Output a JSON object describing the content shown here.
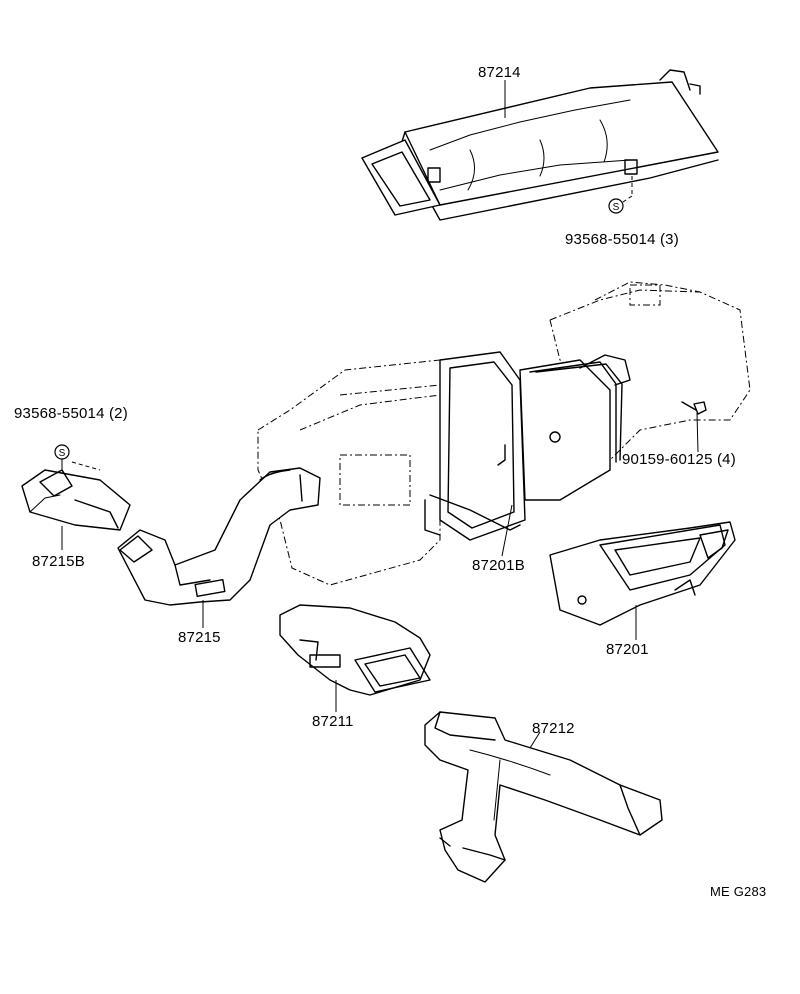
{
  "figure_code": "ME G283",
  "symbols": {
    "seal_mark": "S"
  },
  "parts": [
    {
      "id": "p87214",
      "number": "87214"
    },
    {
      "id": "p93568_3",
      "number": "93568-55014 (3)"
    },
    {
      "id": "p93568_2",
      "number": "93568-55014 (2)"
    },
    {
      "id": "p90159",
      "number": "90159-60125 (4)"
    },
    {
      "id": "p87215B",
      "number": "87215B"
    },
    {
      "id": "p87201B",
      "number": "87201B"
    },
    {
      "id": "p87215",
      "number": "87215"
    },
    {
      "id": "p87201",
      "number": "87201"
    },
    {
      "id": "p87211",
      "number": "87211"
    },
    {
      "id": "p87212",
      "number": "87212"
    }
  ]
}
